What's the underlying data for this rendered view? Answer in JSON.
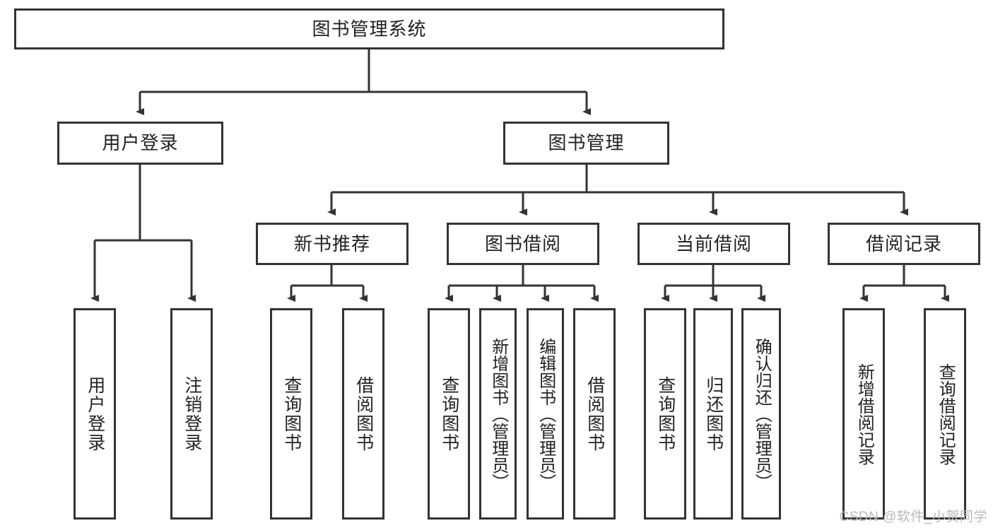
{
  "diagram": {
    "type": "hierarchy-tree",
    "title": "图书管理系统",
    "watermark": "CSDN @软件_小贺同学",
    "colors": {
      "box_border": "#333333",
      "box_fill": "#ffffff",
      "connector": "#333333",
      "text": "#222222",
      "watermark": "#b9b9b9",
      "background": "#ffffff"
    },
    "root": {
      "label": "图书管理系统"
    },
    "level2": [
      {
        "label": "用户登录"
      },
      {
        "label": "图书管理"
      }
    ],
    "level3": [
      {
        "label": "新书推荐"
      },
      {
        "label": "图书借阅"
      },
      {
        "label": "当前借阅"
      },
      {
        "label": "借阅记录"
      }
    ],
    "leaves": {
      "user_login": [
        {
          "label": "用户登录"
        },
        {
          "label": "注销登录"
        }
      ],
      "new_book": [
        {
          "label": "查询图书"
        },
        {
          "label": "借阅图书"
        }
      ],
      "book_borrow": [
        {
          "label": "查询图书"
        },
        {
          "label": "新增图书（管理员）"
        },
        {
          "label": "编辑图书（管理员）"
        },
        {
          "label": "借阅图书"
        }
      ],
      "current_borrow": [
        {
          "label": "查询图书"
        },
        {
          "label": "归还图书"
        },
        {
          "label": "确认归还（管理员）"
        }
      ],
      "borrow_record": [
        {
          "label": "新增借阅记录"
        },
        {
          "label": "查询借阅记录"
        }
      ]
    }
  }
}
